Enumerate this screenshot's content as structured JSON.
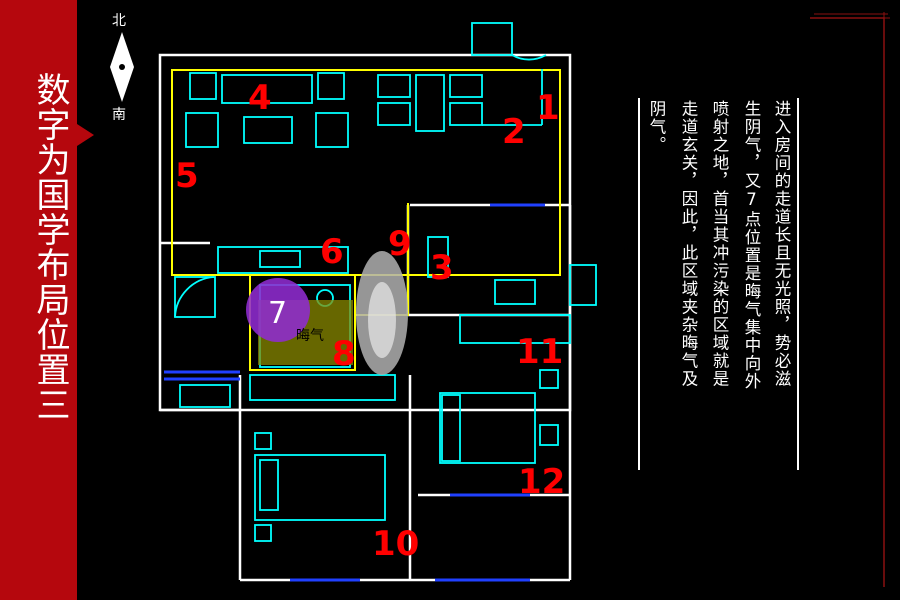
{
  "sidebar": {
    "title": "数字为国学布局位置三",
    "color": "#b5070d"
  },
  "compass": {
    "north": "北",
    "south": "南"
  },
  "plan": {
    "stain_label": "晦气",
    "markers": {
      "m1": "1",
      "m2": "2",
      "m3": "3",
      "m4": "4",
      "m5": "5",
      "m6": "6",
      "m7": "7",
      "m8": "8",
      "m9": "9",
      "m10": "10",
      "m11": "11",
      "m12": "12"
    },
    "marker_color": "#ff0000",
    "wall_color": "#ffffff",
    "furniture_color": "#00ffff",
    "zone_color": "#ffff00"
  },
  "description": {
    "col1": "进入房间的走道长且无光照，势必滋",
    "col2": "生阴气，又7点位置是晦气集中向外",
    "col3": "喷射之地，首当其冲污染的区域就是",
    "col4": "走道玄关，因此，此区域夹杂晦气及",
    "col5": "阴气。"
  }
}
